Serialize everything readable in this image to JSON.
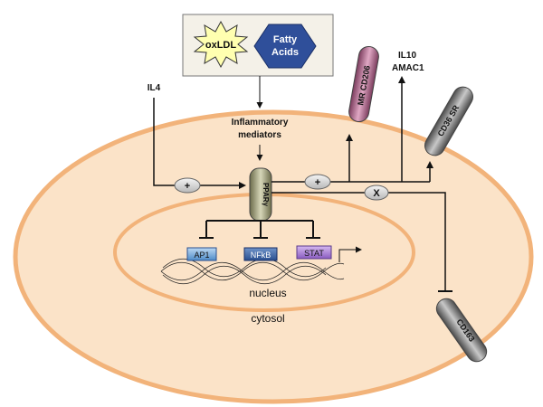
{
  "inputs": {
    "oxldl": "oxLDL",
    "fatty_acids_line1": "Fatty",
    "fatty_acids_line2": "Acids"
  },
  "il4": "IL4",
  "inflammatory_line1": "Inflammatory",
  "inflammatory_line2": "mediators",
  "pparg": "PPARγ",
  "plus_symbol": "+",
  "x_symbol": "X",
  "receptors": {
    "mr_cd206": "MR CD206",
    "cd36_sr": "CD36 SR",
    "cd163": "CD163"
  },
  "il10": "IL10",
  "amac1": "AMAC1",
  "factors": {
    "ap1": "AP1",
    "nfkb": "NFkB",
    "stat": "STAT"
  },
  "nucleus": "nucleus",
  "cytosol": "cytosol",
  "colors": {
    "cell_fill": "#fbe3c8",
    "cell_stroke": "#f2b37a",
    "star_fill": "#ffffb0",
    "hexagon_fill": "#2f4f9a",
    "ap1_fill": "#5b9bd5",
    "nfkb_fill": "#2f5597",
    "stat_fill": "#9966cc",
    "mr_fill": "#c27ba0"
  }
}
